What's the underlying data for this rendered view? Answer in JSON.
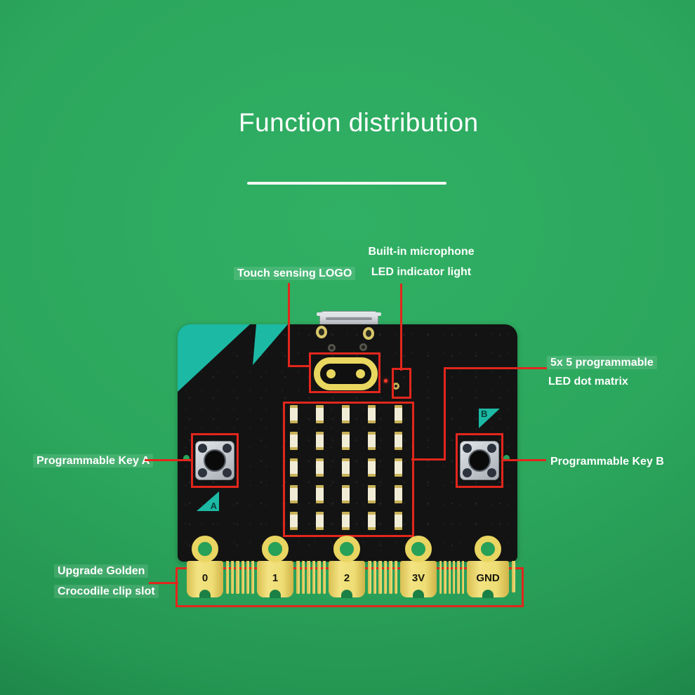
{
  "title": "Function distribution",
  "callouts": {
    "touch_logo": "Touch sensing LOGO",
    "microphone": [
      "Built-in microphone",
      "LED indicator light"
    ],
    "led_matrix": [
      "5x 5 programmable",
      "LED dot matrix"
    ],
    "key_a": "Programmable Key A",
    "key_b": "Programmable Key B",
    "clip_slot": [
      "Upgrade Golden",
      "Crocodile clip slot"
    ]
  },
  "board": {
    "button_a_label": "A",
    "button_b_label": "B",
    "led_matrix": {
      "rows": 5,
      "cols": 5
    },
    "edge_pads": [
      "0",
      "1",
      "2",
      "3V",
      "GND"
    ]
  },
  "colors": {
    "background_green": "#2aa55b",
    "teal_accent": "#1cb9a4",
    "callout_red": "#e2261c",
    "board_black": "#131313",
    "gold": "#e9d561",
    "label_text": "#ffffff"
  }
}
